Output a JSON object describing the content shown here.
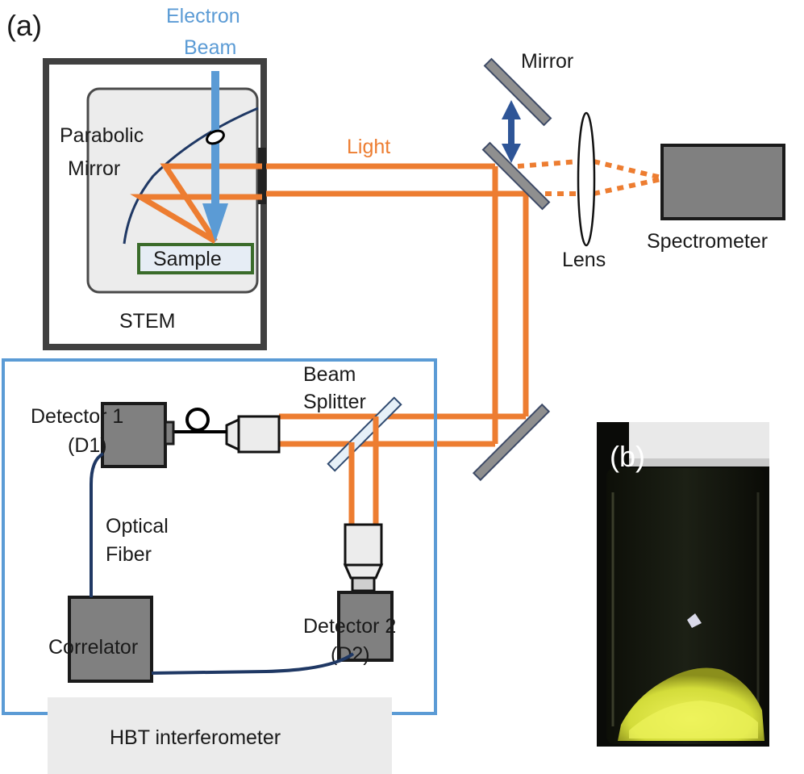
{
  "panel_labels": {
    "a": "(a)",
    "b": "(b)"
  },
  "beam_labels": {
    "electron_line1": "Electron",
    "electron_line2": "Beam",
    "light": "Light"
  },
  "stem": {
    "label": "STEM",
    "parabolic_mirror_line1": "Parabolic",
    "parabolic_mirror_line2": "Mirror",
    "sample": "Sample"
  },
  "optics": {
    "mirror": "Mirror",
    "lens": "Lens",
    "spectrometer": "Spectrometer"
  },
  "hbt": {
    "title": "HBT interferometer",
    "beam_splitter_line1": "Beam",
    "beam_splitter_line2": "Splitter",
    "detector1_line1": "Detector 1",
    "detector1_line2": "(D1)",
    "detector2_line1": "Detector 2",
    "detector2_line2": "(D2)",
    "fiber_line1": "Optical",
    "fiber_line2": "Fiber",
    "correlator": "Correlator"
  },
  "colors": {
    "light_beam": "#ed7d31",
    "electron_beam": "#5b9bd5",
    "hbt_frame": "#5b9bd5",
    "stem_frame": "#404040",
    "sample_border": "#3a6b2a",
    "optical_fiber": "#1f3864",
    "movable_mirror_arrow": "#2e5597",
    "powder": "#dfe64a"
  },
  "icons": {
    "movable_mirror": "double-arrow-icon",
    "fiber_loop": "fiber-loop-icon",
    "objective_lens": "objective-lens-icon"
  }
}
